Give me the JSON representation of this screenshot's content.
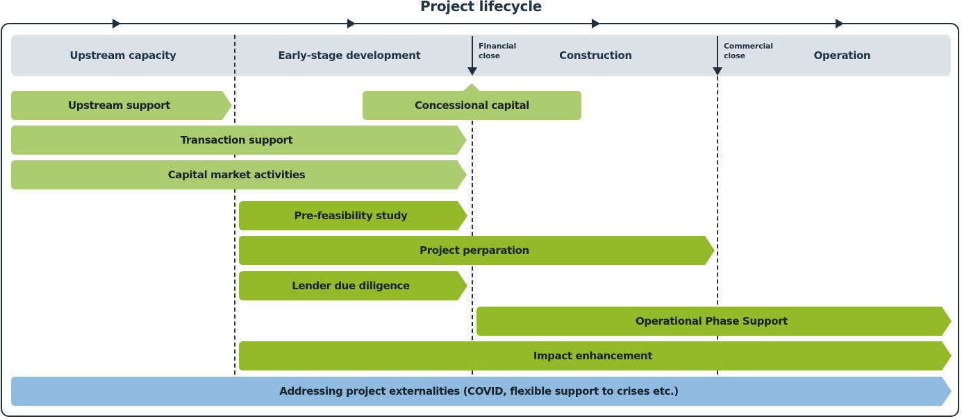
{
  "title": "Project lifecycle",
  "phases": [
    {
      "label": "Upstream capacity"
    },
    {
      "label": "Early-stage development"
    },
    {
      "label": "Construction"
    },
    {
      "label": "Operation"
    }
  ],
  "milestones": [
    {
      "label_line1": "Financial",
      "label_line2": "close"
    },
    {
      "label_line1": "Commercial",
      "label_line2": "close"
    }
  ],
  "colors": {
    "light_green": "#abcd6f",
    "dark_green": "#92ba29",
    "blue": "#8fbbe0",
    "phase_background": "#dde2e8",
    "outline": "#22303c"
  },
  "activities": [
    {
      "label": "Upstream support",
      "color": "light_green",
      "start_phase": "Upstream capacity",
      "end_phase": "Upstream capacity"
    },
    {
      "label": "Concessional capital",
      "color": "light_green",
      "anchor": "Financial close"
    },
    {
      "label": "Transaction support",
      "color": "light_green",
      "start_phase": "Upstream capacity",
      "end_phase": "Early-stage development"
    },
    {
      "label": "Capital market activities",
      "color": "light_green",
      "start_phase": "Upstream capacity",
      "end_phase": "Early-stage development"
    },
    {
      "label": "Pre-feasibility study",
      "color": "dark_green",
      "start_phase": "Early-stage development",
      "end_phase": "Early-stage development"
    },
    {
      "label": "Project perparation",
      "color": "dark_green",
      "start_phase": "Early-stage development",
      "end_phase": "Construction"
    },
    {
      "label": "Lender due diligence",
      "color": "dark_green",
      "start_phase": "Early-stage development",
      "end_phase": "Early-stage development"
    },
    {
      "label": "Operational Phase Support",
      "color": "dark_green",
      "start_phase": "Construction",
      "end_phase": "Operation"
    },
    {
      "label": "Impact enhancement",
      "color": "dark_green",
      "start_phase": "Early-stage development",
      "end_phase": "Operation"
    },
    {
      "label": "Addressing project externalities (COVID, flexible support to crises etc.)",
      "color": "blue",
      "start_phase": "Upstream capacity",
      "end_phase": "Operation"
    }
  ]
}
